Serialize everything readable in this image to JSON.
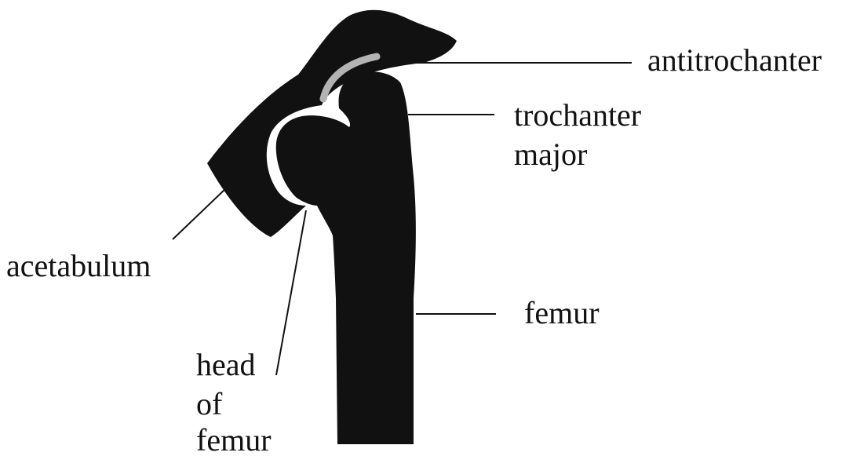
{
  "labels": {
    "antitrochanter": "antitrochanter",
    "trochanter_major_line1": "trochanter",
    "trochanter_major_line2": "major",
    "acetabulum": "acetabulum",
    "femur": "femur",
    "head_of_femur_line1": "head",
    "head_of_femur_line2": "of",
    "head_of_femur_line3": "femur"
  },
  "colors": {
    "bone": "#111111",
    "cartilage": "#b3b3b3",
    "background": "#ffffff",
    "text": "#111111",
    "leader_line": "#111111"
  }
}
